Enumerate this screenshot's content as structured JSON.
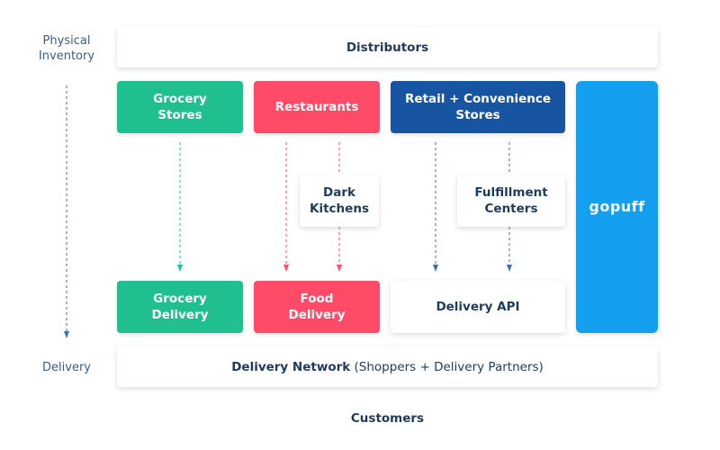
{
  "side_labels": {
    "physical_inventory": "Physical\nInventory",
    "delivery": "Delivery"
  },
  "boxes": {
    "distributors": "Distributors",
    "grocery_stores": "Grocery\nStores",
    "restaurants": "Restaurants",
    "retail_convenience": "Retail + Convenience\nStores",
    "gopuff": "gopuff",
    "dark_kitchens": "Dark\nKitchens",
    "fulfillment_centers": "Fulfillment\nCenters",
    "grocery_delivery": "Grocery\nDelivery",
    "food_delivery": "Food\nDelivery",
    "delivery_api": "Delivery API",
    "delivery_network_bold": "Delivery Network",
    "delivery_network_rest": " (Shoppers + Delivery Partners)",
    "customers": "Customers"
  },
  "colors": {
    "green": "#1fbf8f",
    "red": "#ff4a68",
    "navy": "#1755a3",
    "blue": "#159ff0",
    "label_blue": "#3a5d8a",
    "dark_text": "#1f3b5c"
  }
}
